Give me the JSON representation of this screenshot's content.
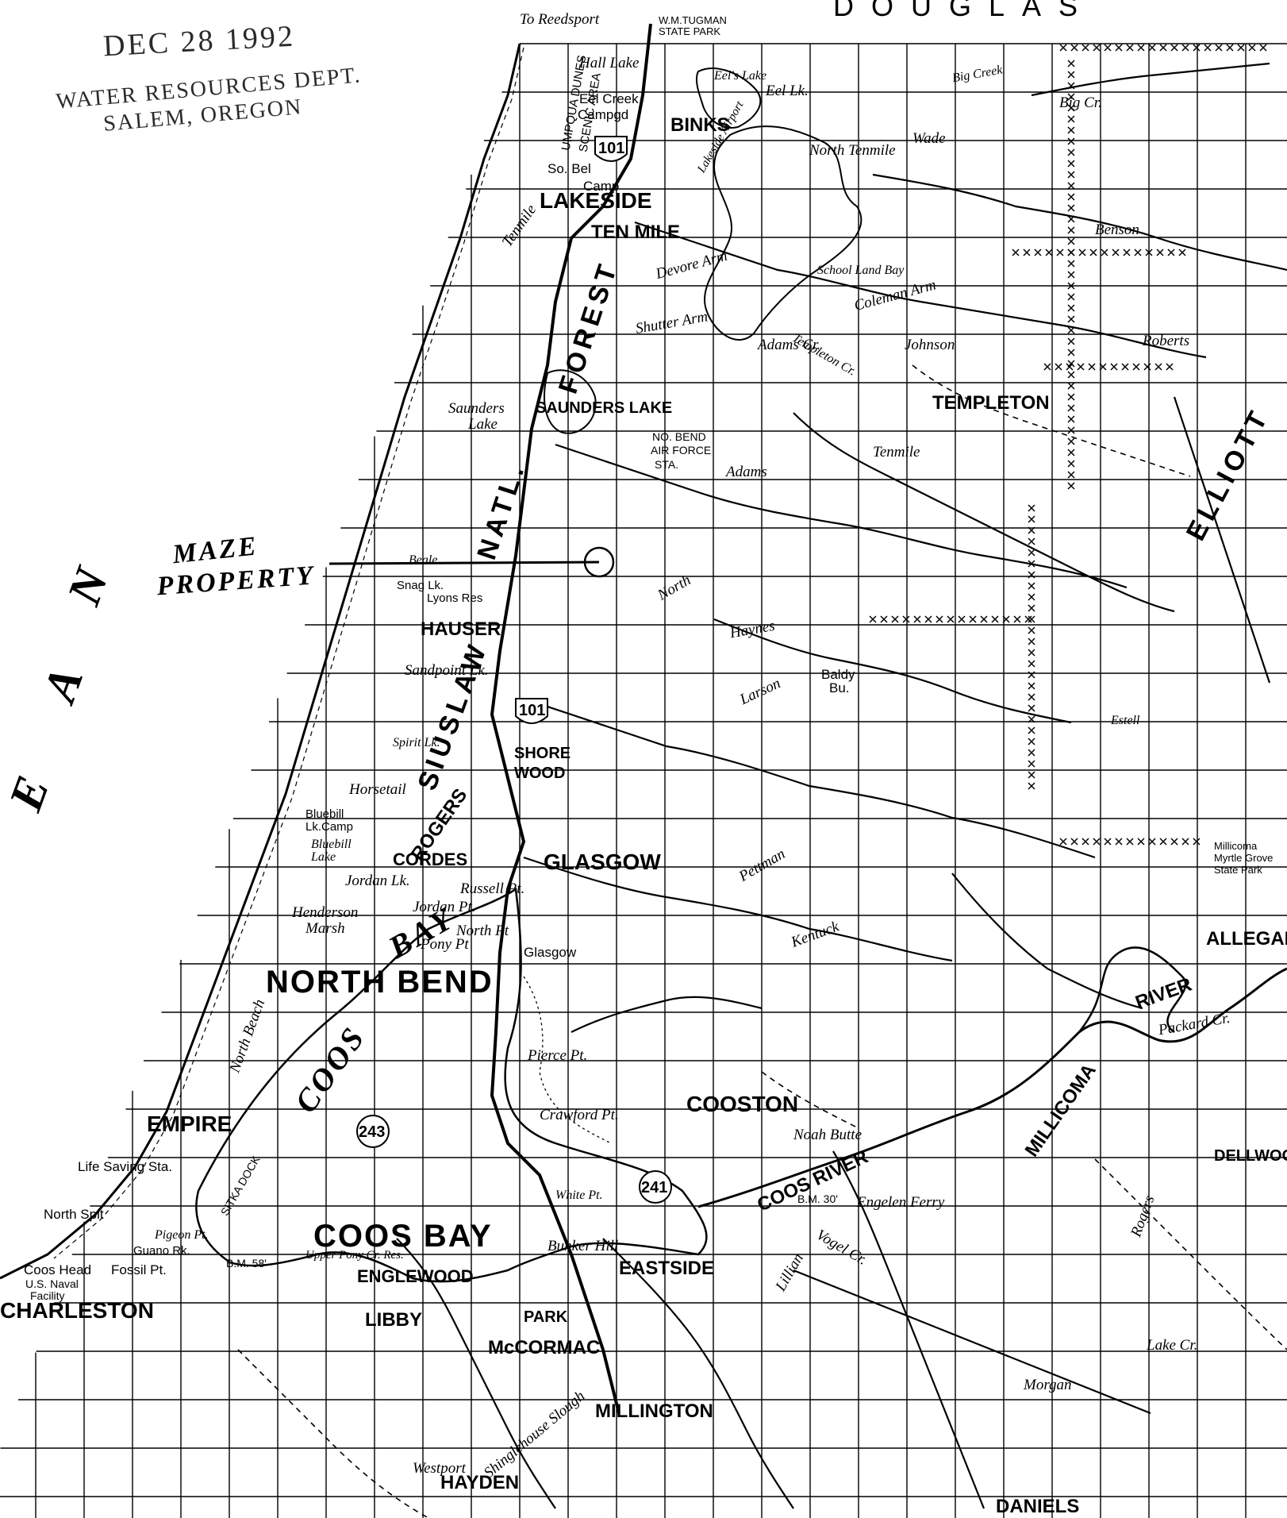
{
  "stamp": {
    "date": "DEC 28 1992",
    "department": "WATER RESOURCES DEPT.",
    "city": "SALEM, OREGON"
  },
  "annotation": {
    "line1": "MAZE",
    "line2": "PROPERTY"
  },
  "county_header": "DOUGLAS",
  "ocean_letters": [
    "E",
    "A",
    "N"
  ],
  "forest_words": [
    "SIUSLAW",
    "NATL.",
    "FOREST"
  ],
  "map_labels": {
    "to_reedsport": "To Reedsport",
    "tugman_1": "W.M.TUGMAN",
    "tugman_2": "STATE PARK",
    "dunes_1": "UMPQUA DUNES",
    "dunes_2": "SCENIC AREA",
    "hall_lake": "Hall Lake",
    "eels_lake": "Eel's Lake",
    "eel_creek": "Eel Creek",
    "campgd": "Campgd",
    "binks": "BINKS",
    "lakeside_airport": "Lakeside Airport",
    "so_bel": "So. Bel",
    "camp": "Camp",
    "lakeside": "LAKESIDE",
    "ten_mile": "TEN MILE",
    "tenmile": "Tenmile",
    "north_tenmile": "North Tenmile",
    "devore_arm": "Devore Arm",
    "school_land_bay": "School Land Bay",
    "coleman_arm": "Coleman Arm",
    "shutter_arm": "Shutter Arm",
    "adams_cr": "Adams Cr.",
    "templeton_cr": "Templeton Cr.",
    "johnson": "Johnson",
    "templeton": "TEMPLETON",
    "roberts": "Roberts",
    "big_cr": "Big Cr.",
    "big_creek": "Big Creek",
    "benson": "Benson",
    "wade": "Wade",
    "eel_lk": "Eel Lk.",
    "saunders_lake_1": "Saunders",
    "saunders_lake_2": "Lake",
    "saunders_lake_big": "SAUNDERS LAKE",
    "air_force_1": "NO. BEND",
    "air_force_2": "AIR FORCE",
    "air_force_3": "STA.",
    "adams": "Adams",
    "tenmile_lower": "Tenmile",
    "elliott": "ELLIOTT",
    "north_slough": "North",
    "haynes": "Haynes",
    "larson": "Larson",
    "baldy_bu_1": "Baldy",
    "baldy_bu_2": "Bu.",
    "hauser": "HAUSER",
    "snag_lk": "Snag Lk.",
    "lyons_res": "Lyons Res",
    "beale": "Beale",
    "sandpoint_lk": "Sandpoint Lk.",
    "spirit_lk": "Spirit Lk.",
    "horsetail": "Horsetail",
    "bluebill_camp_1": "Bluebill",
    "bluebill_camp_2": "Lk.Camp",
    "bluebill_lake_1": "Bluebill",
    "bluebill_lake_2": "Lake",
    "rogers": "ROGERS",
    "shorewood_1": "SHORE",
    "shorewood_2": "WOOD",
    "cordes": "CORDES",
    "glasgow": "GLASGOW",
    "glasgow_small": "Glasgow",
    "jordan_lk": "Jordan Lk.",
    "russell_pt": "Russell Pt.",
    "jordan_pt": "Jordan Pt.",
    "henderson_1": "Henderson",
    "henderson_2": "Marsh",
    "pony_pt": "Pony Pt",
    "north_pt": "North Pt",
    "bay": "BAY",
    "north_bend": "NORTH BEND",
    "north_beach": "North Beach",
    "coos": "COOS",
    "pierce_pt": "Pierce Pt.",
    "crawford_pt": "Crawford Pt.",
    "cooston": "COOSTON",
    "noah_butte": "Noah Butte",
    "kentuck": "Kentuck",
    "pettman": "Pettman",
    "empire": "EMPIRE",
    "life_saving": "Life Saving Sta.",
    "north_spit": "North Spit",
    "pigeon_pt": "Pigeon Pt.",
    "guano_rk": "Guano Rk.",
    "coos_head_1": "Coos Head",
    "coos_head_2": "U.S. Naval",
    "coos_head_3": "Facility",
    "fossil_pt": "Fossil Pt.",
    "charleston": "CHARLESTON",
    "coos_bay": "COOS BAY",
    "upper_pony_res": "Upper Pony Cr. Res.",
    "englewood": "ENGLEWOOD",
    "libby": "LIBBY",
    "bunker_hill": "Bunker Hill",
    "white_pt": "White Pt.",
    "eastside": "EASTSIDE",
    "park": "PARK",
    "mccormac": "McCORMAC",
    "millington": "MILLINGTON",
    "shinglehouse": "Shinglehouse Slough",
    "hayden": "HAYDEN",
    "westport": "Westport",
    "coos_river": "COOS RIVER",
    "engelen_ferry": "Engelen Ferry",
    "allegany": "ALLEGANY",
    "millicoma": "MILLICOMA",
    "river": "RIVER",
    "packard_cr": "Packard Cr.",
    "dellwood": "DELLWOOD",
    "myrtle_1": "Millicoma",
    "myrtle_2": "Myrtle Grove",
    "myrtle_3": "State Park",
    "vogel_cr": "Vogel Cr.",
    "lillian": "Lillian",
    "daniels": "DANIELS",
    "rogers_cr": "Rogers",
    "morgan": "Morgan",
    "estell": "Estell",
    "lake_cr": "Lake Cr.",
    "sitka_dock": "SITKA DOCK",
    "bm_30": "B.M. 30'",
    "bm_58": "B.M. 58'",
    "hwy_101": "101",
    "hwy_243": "243",
    "hwy_241": "241"
  },
  "colors": {
    "ink": "#000000",
    "paper": "#ffffff",
    "stamp": "#2a2a2a"
  }
}
